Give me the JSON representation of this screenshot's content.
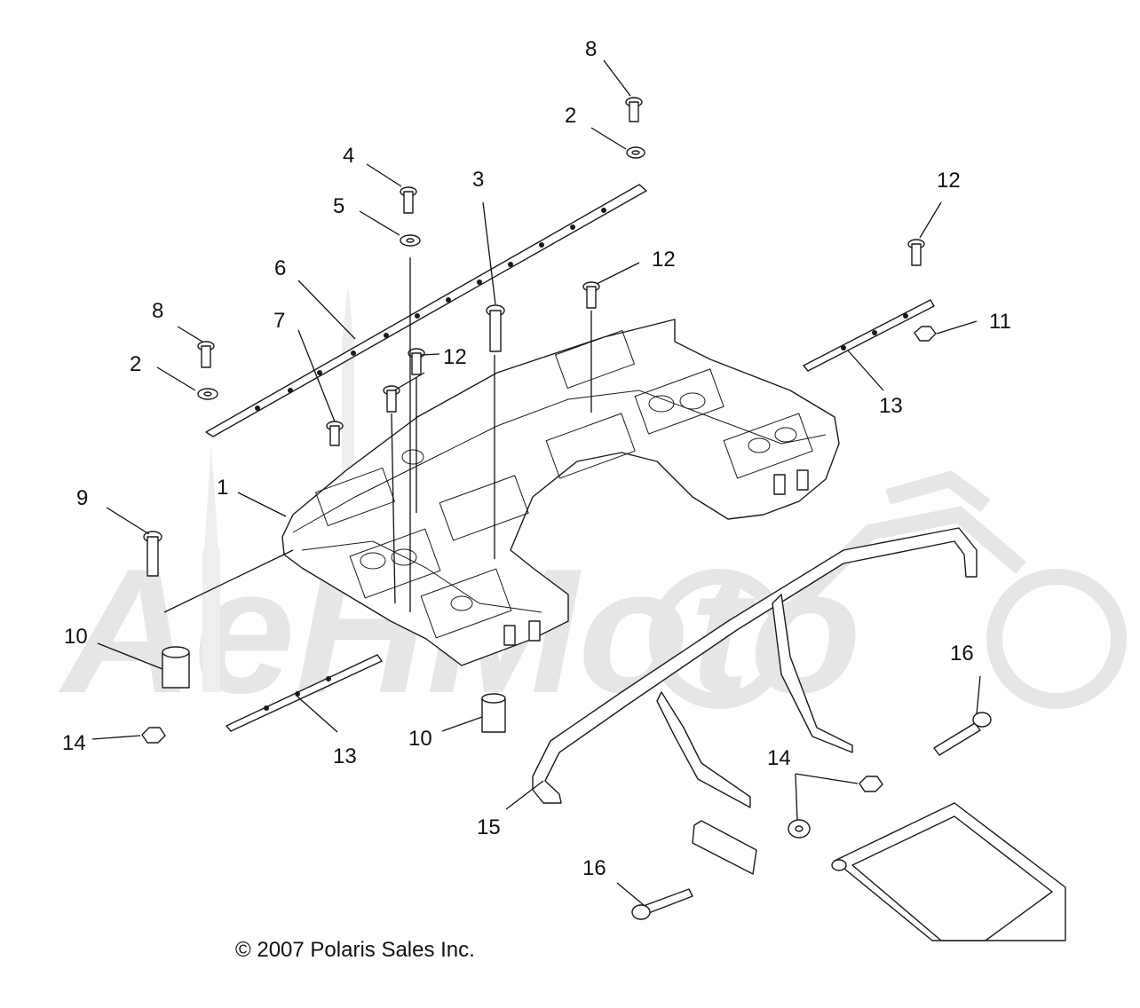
{
  "diagram": {
    "watermark": {
      "text": "AeHMoto",
      "color": "#e6e6e6"
    },
    "copyright": "© 2007 Polaris Sales Inc.",
    "callouts": [
      {
        "id": "c8a",
        "label": "8"
      },
      {
        "id": "c2a",
        "label": "2"
      },
      {
        "id": "c4",
        "label": "4"
      },
      {
        "id": "c5",
        "label": "5"
      },
      {
        "id": "c3",
        "label": "3"
      },
      {
        "id": "c12a",
        "label": "12"
      },
      {
        "id": "c12b",
        "label": "12"
      },
      {
        "id": "c6",
        "label": "6"
      },
      {
        "id": "c8b",
        "label": "8"
      },
      {
        "id": "c7",
        "label": "7"
      },
      {
        "id": "c2b",
        "label": "2"
      },
      {
        "id": "c12c",
        "label": "12"
      },
      {
        "id": "c11",
        "label": "11"
      },
      {
        "id": "c13a",
        "label": "13"
      },
      {
        "id": "c1",
        "label": "1"
      },
      {
        "id": "c9",
        "label": "9"
      },
      {
        "id": "c10a",
        "label": "10"
      },
      {
        "id": "c14a",
        "label": "14"
      },
      {
        "id": "c13b",
        "label": "13"
      },
      {
        "id": "c10b",
        "label": "10"
      },
      {
        "id": "c16a",
        "label": "16"
      },
      {
        "id": "c14b",
        "label": "14"
      },
      {
        "id": "c15",
        "label": "15"
      },
      {
        "id": "c16b",
        "label": "16"
      }
    ]
  }
}
